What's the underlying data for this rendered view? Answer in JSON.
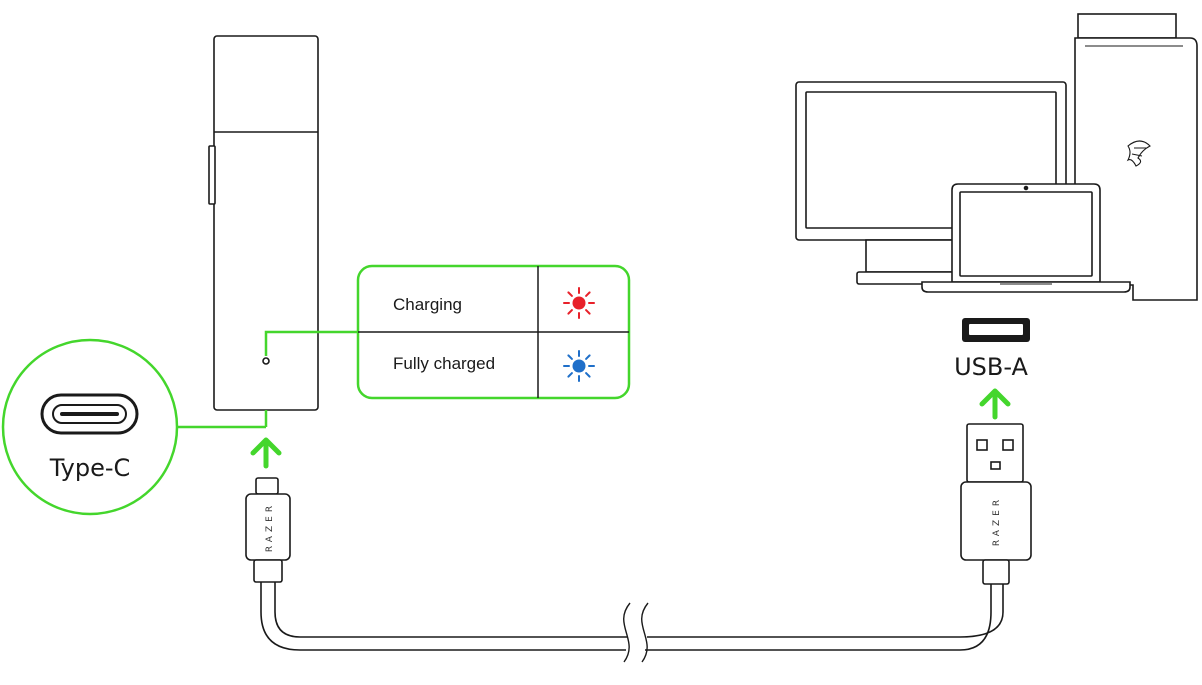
{
  "colors": {
    "accent_green": "#44d62c",
    "line": "#1a1a1a",
    "charging_led": "#e8212a",
    "charged_led": "#1f6fc9"
  },
  "port_callout": {
    "label": "Type-C",
    "icon": "usb-type-c-port-icon"
  },
  "led_legend": {
    "rows": [
      {
        "label": "Charging",
        "led_color": "#e8212a",
        "icon": "red-led-icon"
      },
      {
        "label": "Fully charged",
        "led_color": "#1f6fc9",
        "icon": "blue-led-icon"
      }
    ]
  },
  "computer": {
    "port_label": "USB-A",
    "port_icon": "usb-a-port-icon",
    "tower_logo": "razer-logo"
  },
  "cable": {
    "brand_c_end": "RAZER",
    "brand_a_end": "RAZER"
  }
}
